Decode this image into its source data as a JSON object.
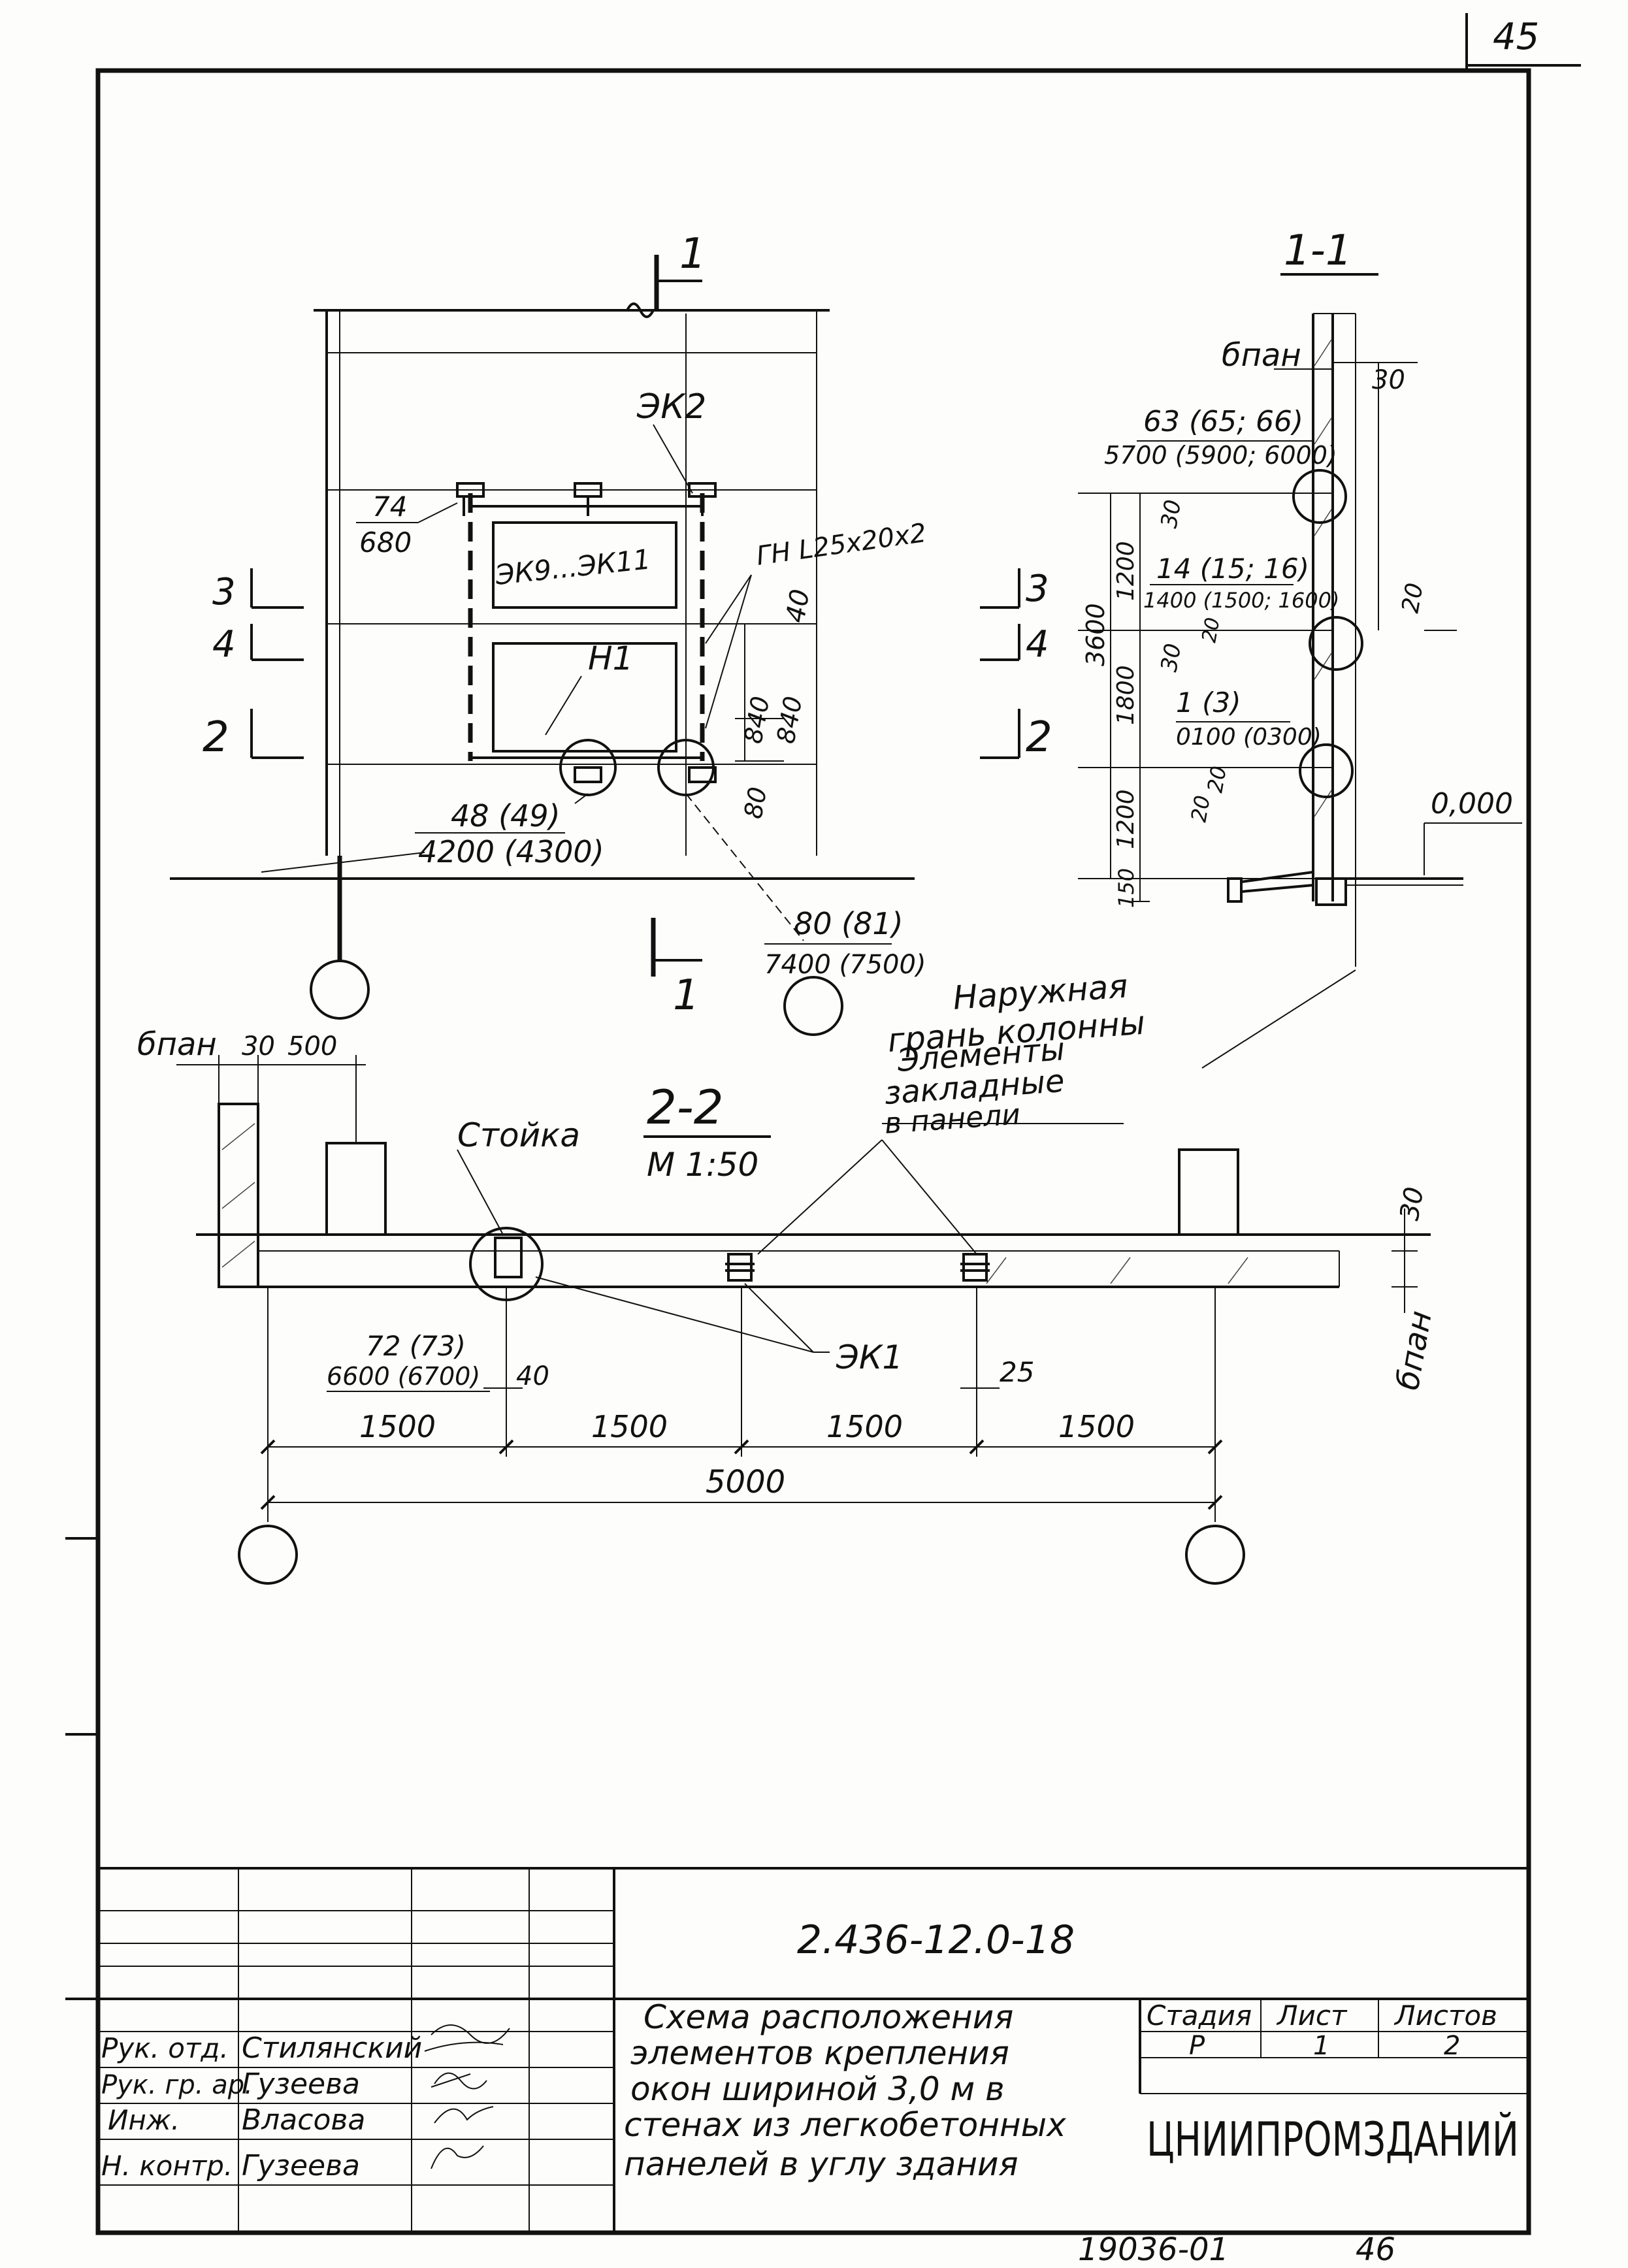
{
  "sheet": {
    "page_number": "45",
    "bottom_archive": "19036-01",
    "bottom_number": "46"
  },
  "plan": {
    "section_mark_top": "1",
    "section_mark_bottom": "1",
    "ek2": "ЭК2",
    "mark_74": "74",
    "mark_680": "680",
    "ek9_ek11": "ЭК9...ЭК11",
    "gn": "ГН L25х20х2",
    "h1": "Н1",
    "dim_40": "40",
    "dim_840a": "840",
    "dim_840b": "840",
    "dim_80": "80",
    "sec_3": "3",
    "sec_4": "4",
    "sec_2": "2",
    "sec_3r": "3",
    "sec_4r": "4",
    "sec_2r": "2",
    "m48_top": "48 (49)",
    "m48_bot": "4200 (4300)",
    "m80_top": "80 (81)",
    "m80_bot": "7400 (7500)"
  },
  "section11": {
    "title": "1-1",
    "bpan": "бпан",
    "dim_30": "30",
    "m63_top": "63 (65; 66)",
    "m63_bot": "5700 (5900; 6000)",
    "m14_top": "14 (15; 16)",
    "m14_bot": "1400 (1500; 1600)",
    "m1_top": "1 (3)",
    "m1_bot": "0100 (0300)",
    "dim_3600": "3600",
    "dim_1200a": "1200",
    "dim_1800": "1800",
    "dim_1200b": "1200",
    "dim_150": "150",
    "dim_30a": "30",
    "dim_30b": "30",
    "dim_20a": "20",
    "dim_20b": "20",
    "dim_20c": "20",
    "dim_20r": "20",
    "level": "0,000",
    "outer_face_1": "Наружная",
    "outer_face_2": "грань колонны"
  },
  "section22": {
    "title": "2-2",
    "scale": "М 1:50",
    "stoika": "Стойка",
    "embedded_1": "Элементы",
    "embedded_2": "закладные",
    "embedded_3": "в панели",
    "bpan_left": "бпан",
    "dim_30_left": "30",
    "dim_500": "500",
    "dim_30_right": "30",
    "bpan_right": "бпан",
    "m72_top": "72 (73)",
    "m72_bot": "6600 (6700)",
    "dim_40": "40",
    "ek1": "ЭК1",
    "dim_25": "25",
    "dims": [
      "1500",
      "1500",
      "1500",
      "1500"
    ],
    "dim_total": "5000"
  },
  "title_block": {
    "code": "2.436-12.0-18",
    "description": [
      "Схема расположения",
      "элементов крепления",
      "окон шириной 3,0 м в",
      "стенах из легкобетонных",
      "панелей в углу здания"
    ],
    "stage_header": "Стадия",
    "sheet_header": "Лист",
    "sheets_header": "Листов",
    "stage": "Р",
    "sheet": "1",
    "sheets": "2",
    "organization": "ЦНИИПРОМЗДАНИЙ",
    "roles": [
      {
        "role": "Рук. отд.",
        "name": "Стилянский"
      },
      {
        "role": "Рук. гр. ар.",
        "name": "Гузеева"
      },
      {
        "role": "Инж.",
        "name": "Власова"
      },
      {
        "role": "Н. контр.",
        "name": "Гузеева"
      }
    ]
  }
}
